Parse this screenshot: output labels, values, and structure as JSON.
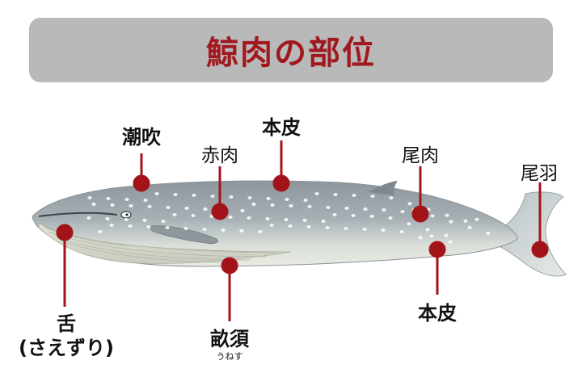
{
  "title": "鯨肉の部位",
  "colors": {
    "accent": "#a0191f",
    "title_bg": "#b9b9b9",
    "marker": "#a3141a"
  },
  "labels": {
    "shiofuki": "潮吹",
    "akaniku": "赤肉",
    "honkawa_top": "本皮",
    "oniku": "尾肉",
    "obane": "尾羽",
    "honkawa_bottom": "本皮",
    "sunoko": "畝須",
    "sunoko_ruby": "うねす",
    "shita": "舌",
    "shita_sub": "(さえずり)"
  }
}
